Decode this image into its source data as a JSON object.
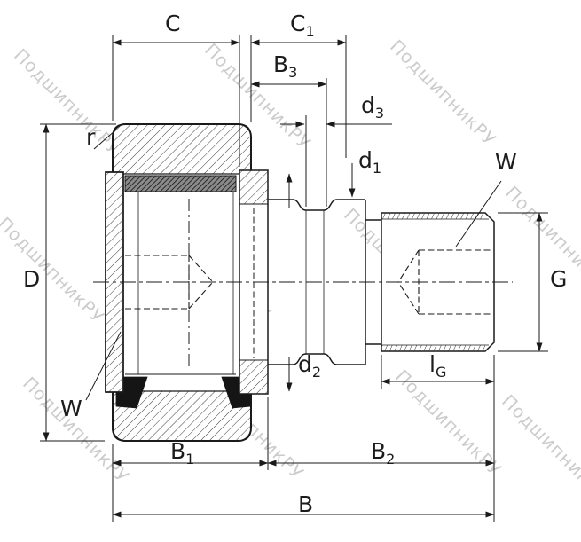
{
  "watermark": {
    "text": "ПодшипникРУ"
  },
  "labels": {
    "c": {
      "main": "C"
    },
    "c1": {
      "main": "C",
      "sub": "1"
    },
    "b3": {
      "main": "B",
      "sub": "3"
    },
    "d3": {
      "main": "d",
      "sub": "3"
    },
    "d1": {
      "main": "d",
      "sub": "1"
    },
    "w_top": {
      "main": "W"
    },
    "r": {
      "main": "r"
    },
    "d_outer": {
      "main": "D"
    },
    "g": {
      "main": "G"
    },
    "d2": {
      "main": "d",
      "sub": "2"
    },
    "lg": {
      "main": "l",
      "sub": "G"
    },
    "w_bottom": {
      "main": "W"
    },
    "b1": {
      "main": "B",
      "sub": "1"
    },
    "b2": {
      "main": "B",
      "sub": "2"
    },
    "b": {
      "main": "B"
    }
  },
  "colors": {
    "line": "#1a1a1a",
    "watermark": "#9a9a9a",
    "background": "#ffffff"
  }
}
